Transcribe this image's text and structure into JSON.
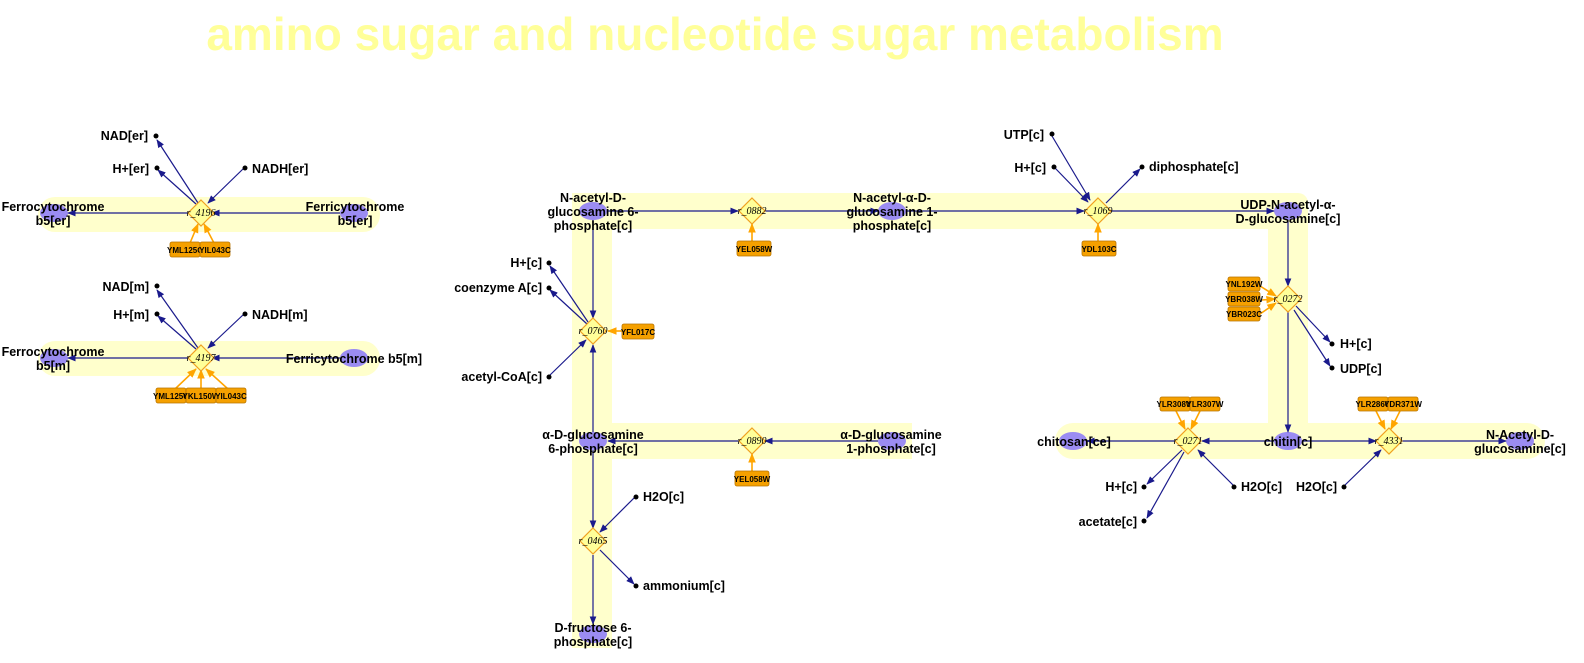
{
  "title": "amino sugar and nucleotide sugar metabolism",
  "colors": {
    "title": "#ffff99",
    "band": "#ffffcc",
    "metabolite_node": "#9b8cf2",
    "reaction_diamond": "#ffff99",
    "gene_box": "#f5a000",
    "edge": "#1a1a8c",
    "gene_edge": "#ffa500"
  },
  "reactions": {
    "r4196": "r_4196",
    "r4197": "r_4197",
    "r0882": "r_0882",
    "r1069": "r_1069",
    "r0760": "r_0760",
    "r0272": "r_0272",
    "r0890": "r_0890",
    "r0271": "r_0271",
    "r4331": "r_4331",
    "r0465": "r_0465"
  },
  "genes": {
    "g4196a": "YML125C",
    "g4196b": "YIL043C",
    "g4197a": "YML125C",
    "g4197b": "YKL150W",
    "g4197c": "YIL043C",
    "g0882": "YEL058W",
    "g1069": "YDL103C",
    "g0760": "YFL017C",
    "g0272a": "YNL192W",
    "g0272b": "YBR038W",
    "g0272c": "YBR023C",
    "g0890": "YEL058W",
    "g0271a": "YLR308W",
    "g0271b": "YLR307W",
    "g4331a": "YLR286C",
    "g4331b": "YDR371W"
  },
  "metabolites": {
    "nad_er": "NAD[er]",
    "h_er": "H+[er]",
    "nadh_er": "NADH[er]",
    "ferro_er_1": "Ferrocytochrome",
    "ferro_er_2": "b5[er]",
    "ferri_er_1": "Ferricytochrome",
    "ferri_er_2": "b5[er]",
    "nad_m": "NAD[m]",
    "h_m": "H+[m]",
    "nadh_m": "NADH[m]",
    "ferro_m_1": "Ferrocytochrome",
    "ferro_m_2": "b5[m]",
    "ferri_m": "Ferricytochrome b5[m]",
    "glcnac6p_1": "N-acetyl-D-",
    "glcnac6p_2": "glucosamine 6-",
    "glcnac6p_3": "phosphate[c]",
    "glcnac1p_1": "N-acetyl-α-D-",
    "glcnac1p_2": "glucosamine 1-",
    "glcnac1p_3": "phosphate[c]",
    "utp": "UTP[c]",
    "h_c_1069": "H+[c]",
    "diphosphate": "diphosphate[c]",
    "udpglcnac_1": "UDP-N-acetyl-α-",
    "udpglcnac_2": "D-glucosamine[c]",
    "h_c_0760": "H+[c]",
    "coa": "coenzyme A[c]",
    "accoa": "acetyl-CoA[c]",
    "h_c_0272": "H+[c]",
    "udp": "UDP[c]",
    "gln6p_1": "α-D-glucosamine",
    "gln6p_2": "6-phosphate[c]",
    "gln1p_1": "α-D-glucosamine",
    "gln1p_2": "1-phosphate[c]",
    "chitosan": "chitosan[ce]",
    "chitin": "chitin[c]",
    "nacglc_1": "N-Acetyl-D-",
    "nacglc_2": "glucosamine[c]",
    "h_c_0271": "H+[c]",
    "h2o_0271": "H2O[c]",
    "acetate": "acetate[c]",
    "h2o_4331": "H2O[c]",
    "h2o_0465": "H2O[c]",
    "ammonium": "ammonium[c]",
    "f6p_1": "D-fructose 6-",
    "f6p_2": "phosphate[c]"
  }
}
